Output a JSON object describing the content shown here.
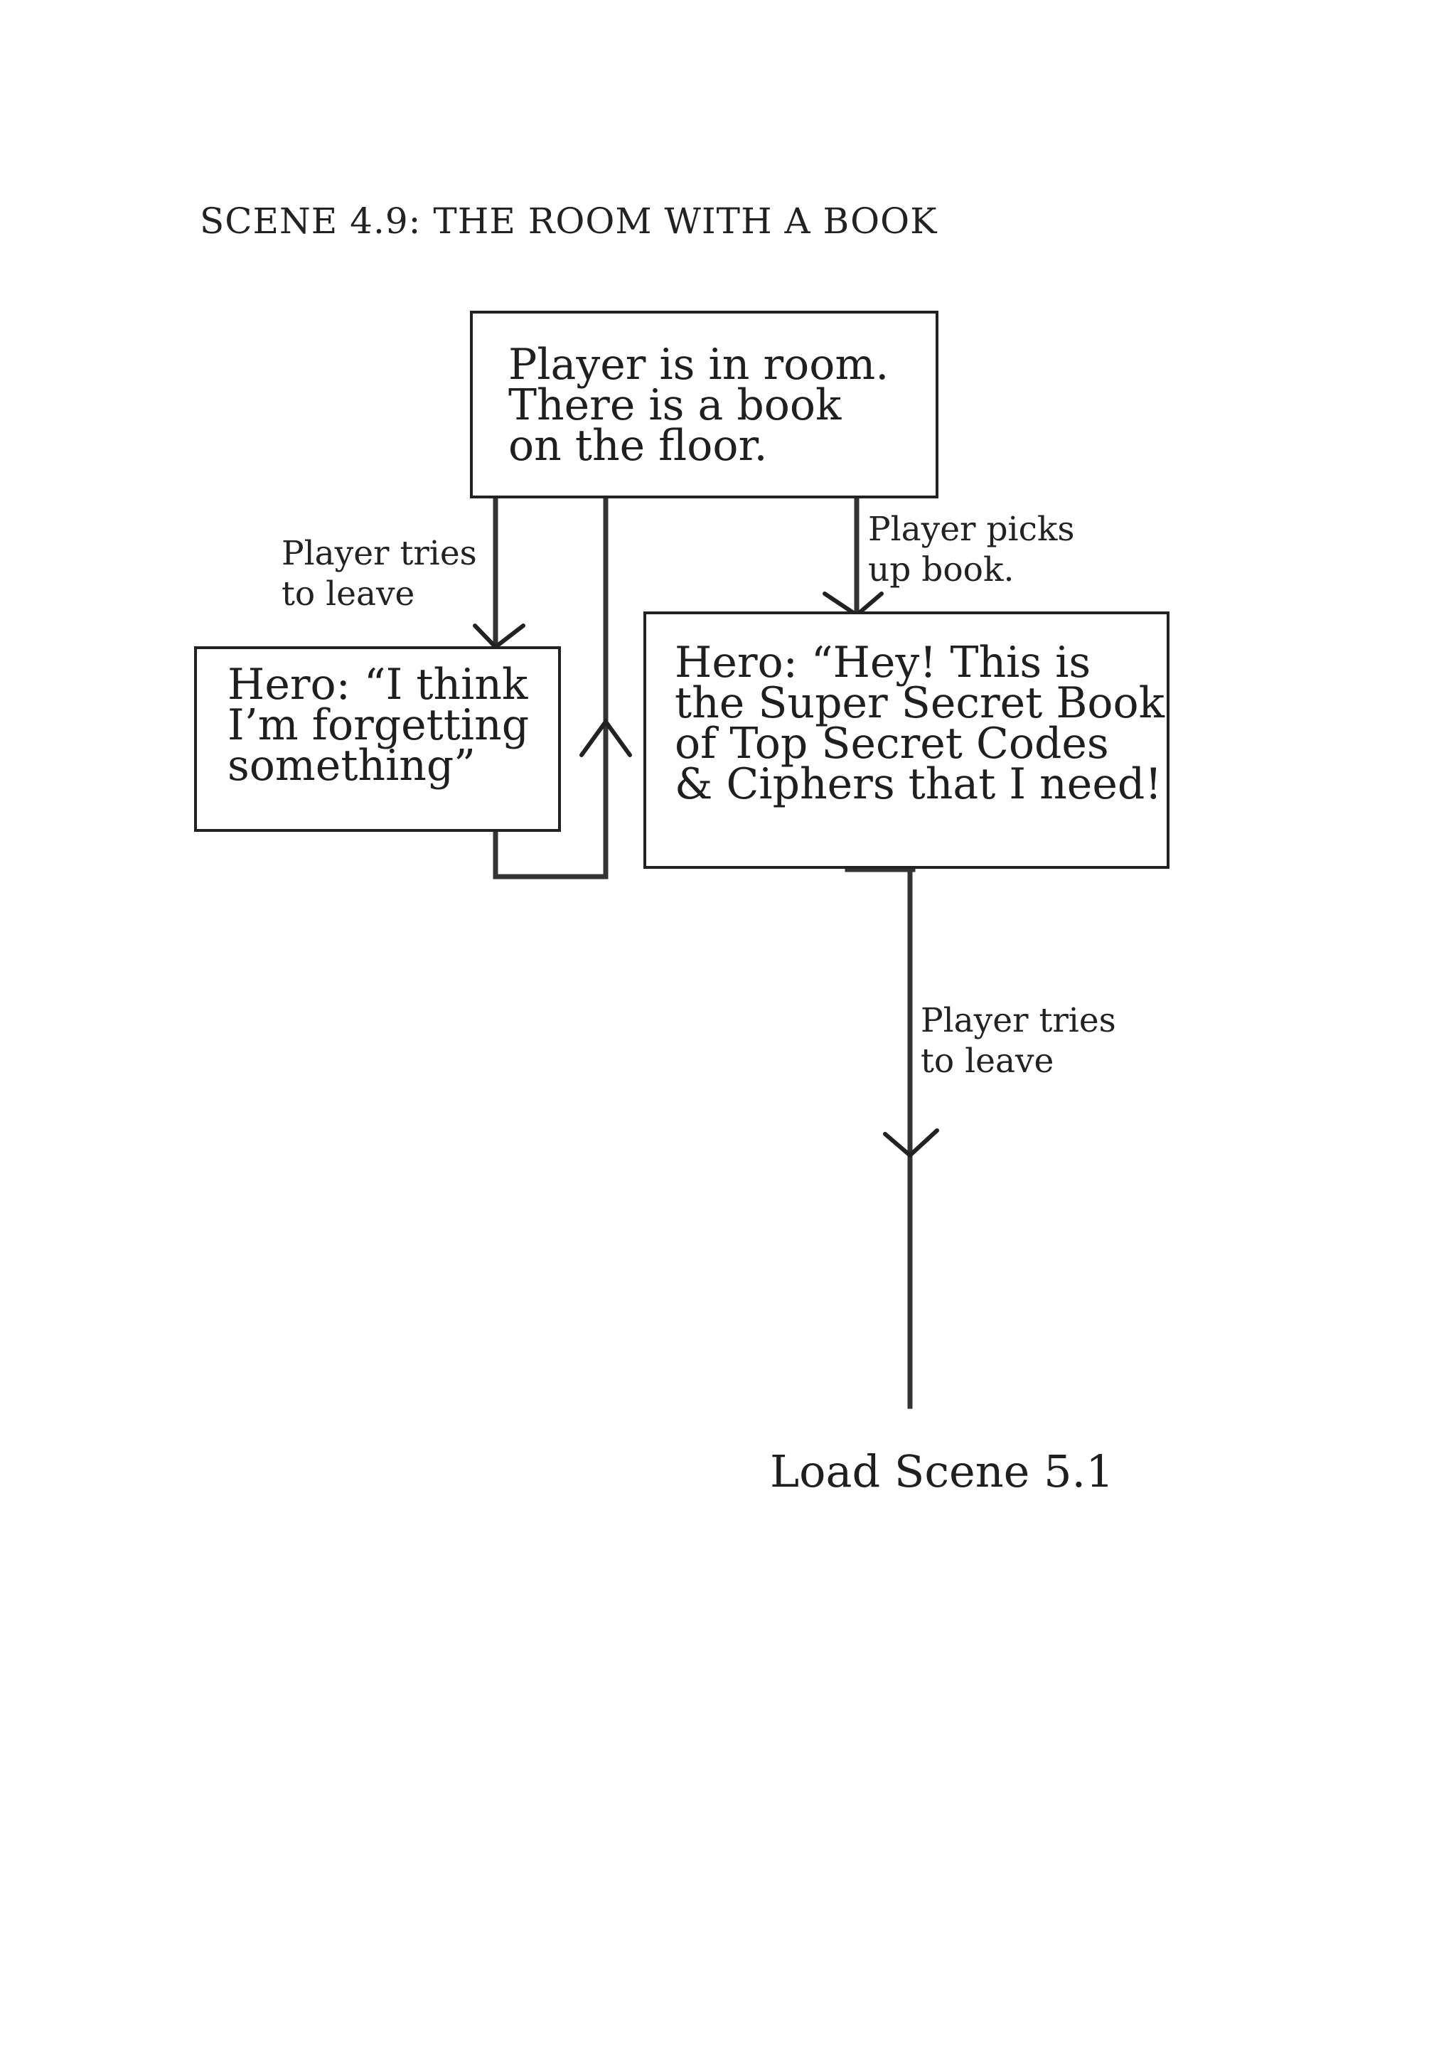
{
  "title": "SCENE 4.9: THE ROOM WITH A BOOK",
  "nodes": {
    "start": "Player is in room.\nThere is a book\non the floor.",
    "forgetting": "Hero: “I think\nI’m forgetting\nsomething”",
    "book": "Hero: “Hey! This is\nthe Super Secret Book\nof Top Secret Codes\n& Ciphers that I need!",
    "end": "Load Scene 5.1"
  },
  "edges": {
    "start_to_forgetting": "Player tries\nto leave",
    "start_to_book": "Player picks\nup book.",
    "book_to_end": "Player tries\nto leave"
  }
}
